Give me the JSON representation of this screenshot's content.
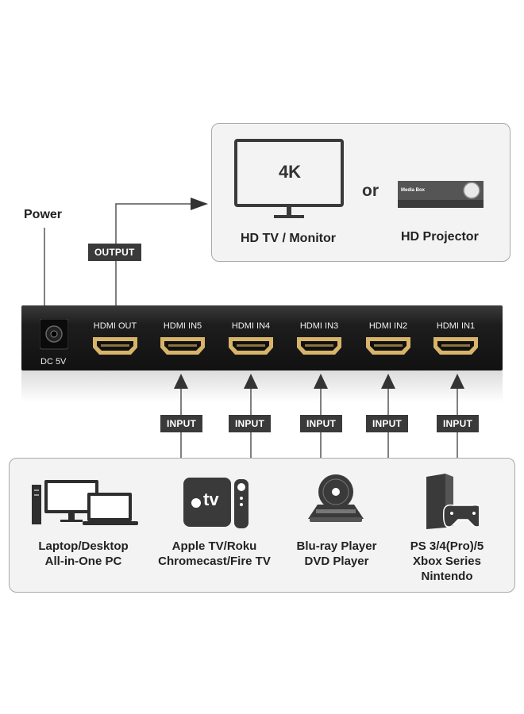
{
  "power_label": "Power",
  "output_tag": "OUTPUT",
  "input_tag": "INPUT",
  "display_options": {
    "tv_badge": "4K",
    "or_text": "or",
    "tv_label": "HD TV / Monitor",
    "projector_badge": "Media Box",
    "projector_label": "HD Projector"
  },
  "device": {
    "dc_label": "DC 5V",
    "ports": [
      "HDMI OUT",
      "HDMI IN5",
      "HDMI IN4",
      "HDMI IN3",
      "HDMI IN2",
      "HDMI IN1"
    ]
  },
  "sources": [
    {
      "line1": "Laptop/Desktop",
      "line2": "All-in-One PC",
      "line3": ""
    },
    {
      "line1": "Apple TV/Roku",
      "line2": "Chromecast/Fire TV",
      "line3": ""
    },
    {
      "line1": "Blu-ray Player",
      "line2": "DVD Player",
      "line3": ""
    },
    {
      "line1": "PS 3/4(Pro)/5",
      "line2": "Xbox Series",
      "line3": "Nintendo"
    }
  ],
  "apple_tv_text": "tv",
  "colors": {
    "device": "#1a1a1a",
    "port": "#d8b46a",
    "tag": "#3a3a3a",
    "panel_border": "#a9a9a9"
  }
}
